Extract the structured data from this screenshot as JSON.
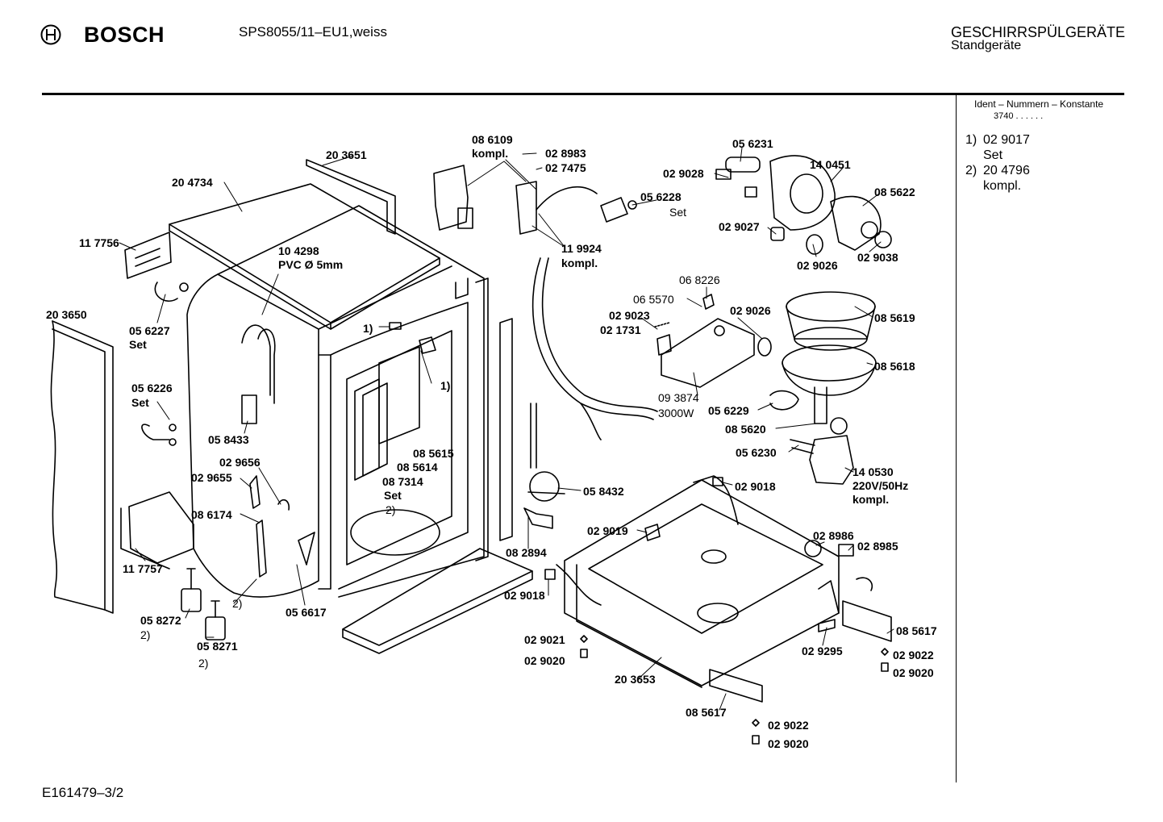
{
  "header": {
    "brand": "BOSCH",
    "model": "SPS8055/11–EU1,weiss",
    "category": "GESCHIRRSPÜLGERÄTE",
    "subcategory": "Standgeräte"
  },
  "sidebar": {
    "ident_label": "Ident – Nummern – Konstante",
    "ident_value": "3740 . .   . . . .",
    "notes": [
      {
        "marker": "1)",
        "number": "02 9017",
        "text": "Set"
      },
      {
        "marker": "2)",
        "number": "20 4796",
        "text": "kompl."
      }
    ]
  },
  "footer": {
    "doc_id": "E161479–3/2"
  },
  "labels": [
    {
      "text": "20 3651",
      "bold": true
    },
    {
      "text": "20 4734",
      "bold": true
    },
    {
      "text": "11 7756",
      "bold": true
    },
    {
      "text": "10 4298",
      "bold": true
    },
    {
      "text": "PVC Ø 5mm",
      "bold": true
    },
    {
      "text": "20 3650",
      "bold": true
    },
    {
      "text": "05 6227",
      "bold": true
    },
    {
      "text": "Set",
      "bold": true
    },
    {
      "text": "05 6226",
      "bold": true
    },
    {
      "text": "Set",
      "bold": true
    },
    {
      "text": "05 8433",
      "bold": true
    },
    {
      "text": "02 9656",
      "bold": true
    },
    {
      "text": "02 9655",
      "bold": true
    },
    {
      "text": "08 6174",
      "bold": true
    },
    {
      "text": "11 7757",
      "bold": true
    },
    {
      "text": "05 8272",
      "bold": true
    },
    {
      "text": "2)",
      "bold": false
    },
    {
      "text": "05 8271",
      "bold": true
    },
    {
      "text": "2)",
      "bold": false
    },
    {
      "text": "2)",
      "bold": false
    },
    {
      "text": "05 6617",
      "bold": true
    },
    {
      "text": "1)",
      "bold": true
    },
    {
      "text": "1)",
      "bold": true
    },
    {
      "text": "08 5615",
      "bold": true
    },
    {
      "text": "08 5614",
      "bold": true
    },
    {
      "text": "08 7314",
      "bold": true
    },
    {
      "text": "Set",
      "bold": true
    },
    {
      "text": "2)",
      "bold": false
    },
    {
      "text": "08 6109",
      "bold": true
    },
    {
      "text": "kompl.",
      "bold": true
    },
    {
      "text": "02 8983",
      "bold": true
    },
    {
      "text": "02 7475",
      "bold": true
    },
    {
      "text": "11 9924",
      "bold": true
    },
    {
      "text": "kompl.",
      "bold": true
    },
    {
      "text": "05 6228",
      "bold": true
    },
    {
      "text": "Set",
      "bold": false
    },
    {
      "text": "05 6231",
      "bold": true
    },
    {
      "text": "02 9028",
      "bold": true
    },
    {
      "text": "14 0451",
      "bold": true
    },
    {
      "text": "08 5622",
      "bold": true
    },
    {
      "text": "02 9027",
      "bold": true
    },
    {
      "text": "02 9026",
      "bold": true
    },
    {
      "text": "02 9038",
      "bold": true
    },
    {
      "text": "06 8226",
      "bold": false
    },
    {
      "text": "06 5570",
      "bold": false
    },
    {
      "text": "02 9023",
      "bold": true
    },
    {
      "text": "02 1731",
      "bold": true
    },
    {
      "text": "02 9026",
      "bold": true
    },
    {
      "text": "08 5619",
      "bold": true
    },
    {
      "text": "08 5618",
      "bold": true
    },
    {
      "text": "09 3874",
      "bold": false
    },
    {
      "text": "3000W",
      "bold": false
    },
    {
      "text": "05 6229",
      "bold": true
    },
    {
      "text": "08 5620",
      "bold": true
    },
    {
      "text": "05 6230",
      "bold": true
    },
    {
      "text": "14 0530",
      "bold": true
    },
    {
      "text": "220V/50Hz",
      "bold": true
    },
    {
      "text": "kompl.",
      "bold": true
    },
    {
      "text": "05 8432",
      "bold": true
    },
    {
      "text": "02 9018",
      "bold": true
    },
    {
      "text": "08 2894",
      "bold": true
    },
    {
      "text": "02 9019",
      "bold": true
    },
    {
      "text": "02 8986",
      "bold": true
    },
    {
      "text": "02 8985",
      "bold": true
    },
    {
      "text": "02 9018",
      "bold": true
    },
    {
      "text": "08 5617",
      "bold": true
    },
    {
      "text": "02 9021",
      "bold": true
    },
    {
      "text": "02 9020",
      "bold": true
    },
    {
      "text": "02 9295",
      "bold": true
    },
    {
      "text": "02 9022",
      "bold": true
    },
    {
      "text": "02 9020",
      "bold": true
    },
    {
      "text": "20 3653",
      "bold": true
    },
    {
      "text": "08 5617",
      "bold": true
    },
    {
      "text": "02 9022",
      "bold": true
    },
    {
      "text": "02 9020",
      "bold": true
    }
  ]
}
